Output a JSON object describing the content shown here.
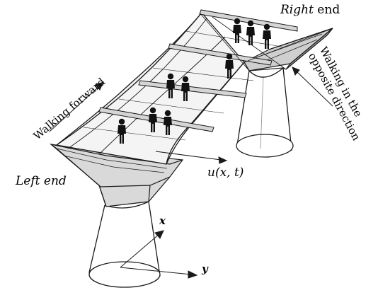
{
  "labels": {
    "right_end": {
      "italic_part": "Right",
      "plain_part": " end"
    },
    "left_end": "Left end",
    "walking_forward": "Walking forward",
    "walking_opposite_line1": "Walking in the",
    "walking_opposite_line2": "opposite direction",
    "displacement": "u(x, t)",
    "axis_x": "x",
    "axis_y": "y"
  },
  "pedestrians": {
    "count": 10,
    "color": "#111111"
  },
  "colors": {
    "line": "#1a1a1a",
    "shade": "#bdbdbd",
    "deck": "#e8e8e8"
  }
}
